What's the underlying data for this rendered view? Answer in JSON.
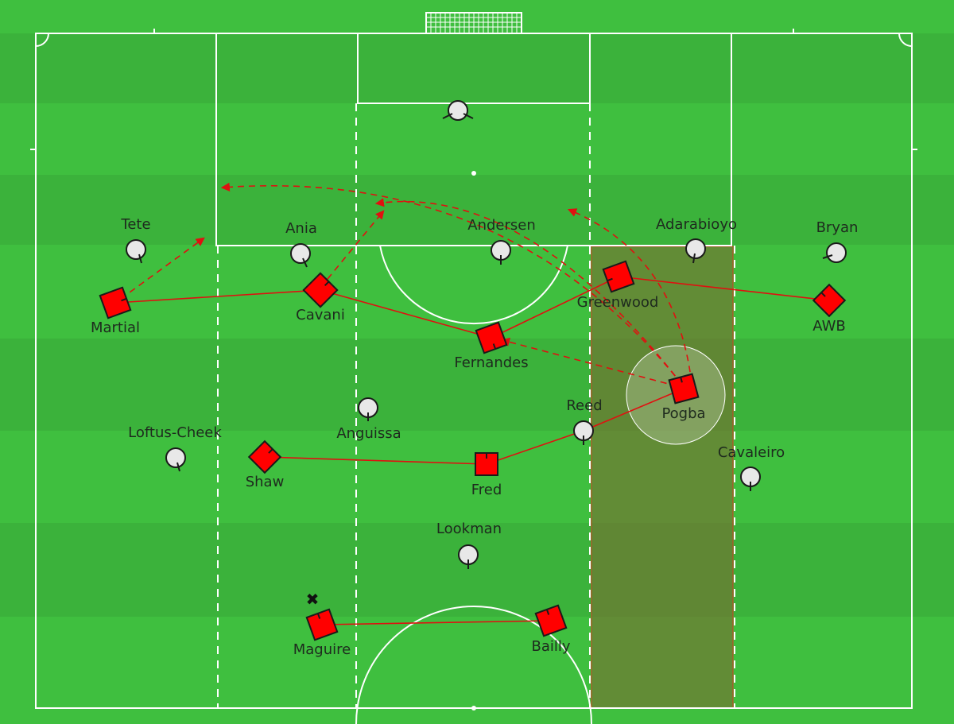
{
  "colors": {
    "grass_light": "#3fbf3f",
    "grass_dark": "#3bb23b",
    "lines": "#ffffff",
    "team_red": "#ff0000",
    "team_white": "#e8e8e8",
    "outline": "#1a1a1a",
    "pass_arrow": "#e01010",
    "zone_fill": "#7a6a30",
    "highlight": "#ffffff"
  },
  "red_players": [
    {
      "id": "martial",
      "name": "Martial"
    },
    {
      "id": "cavani",
      "name": "Cavani"
    },
    {
      "id": "fernandes",
      "name": "Fernandes"
    },
    {
      "id": "greenwood",
      "name": "Greenwood"
    },
    {
      "id": "awb",
      "name": "AWB"
    },
    {
      "id": "pogba",
      "name": "Pogba"
    },
    {
      "id": "shaw",
      "name": "Shaw"
    },
    {
      "id": "fred",
      "name": "Fred"
    },
    {
      "id": "maguire",
      "name": "Maguire"
    },
    {
      "id": "bailly",
      "name": "Bailly"
    }
  ],
  "white_players": [
    {
      "id": "goalkeeper",
      "name": ""
    },
    {
      "id": "tete",
      "name": "Tete"
    },
    {
      "id": "ania",
      "name": "Ania"
    },
    {
      "id": "andersen",
      "name": "Andersen"
    },
    {
      "id": "adarabioyo",
      "name": "Adarabioyo"
    },
    {
      "id": "bryan",
      "name": "Bryan"
    },
    {
      "id": "anguissa",
      "name": "Anguissa"
    },
    {
      "id": "reed",
      "name": "Reed"
    },
    {
      "id": "loftus-cheek",
      "name": "Loftus-Cheek"
    },
    {
      "id": "cavaleiro",
      "name": "Cavaleiro"
    },
    {
      "id": "lookman",
      "name": "Lookman"
    }
  ],
  "links": [
    [
      "martial",
      "cavani"
    ],
    [
      "cavani",
      "fernandes"
    ],
    [
      "fernandes",
      "greenwood"
    ],
    [
      "greenwood",
      "awb"
    ],
    [
      "shaw",
      "fred"
    ],
    [
      "fred",
      "reed"
    ],
    [
      "reed",
      "pogba"
    ],
    [
      "maguire",
      "bailly"
    ]
  ],
  "markers": {
    "maguire_cross": "✖"
  }
}
